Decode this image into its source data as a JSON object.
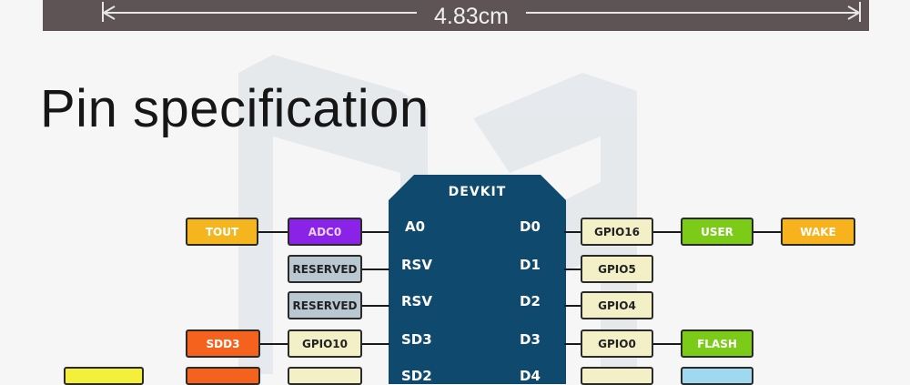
{
  "dimension": {
    "label": "4.83cm"
  },
  "title": "Pin specification",
  "board": {
    "label": "DEVKIT"
  },
  "left_pins": [
    "A0",
    "RSV",
    "RSV",
    "SD3",
    "SD2"
  ],
  "right_pins": [
    "D0",
    "D1",
    "D2",
    "D3",
    "D4"
  ],
  "left_boxes": {
    "row1_outer": "TOUT",
    "row1_inner": "ADC0",
    "row2_inner": "RESERVED",
    "row3_inner": "RESERVED",
    "row4_outer": "SDD3",
    "row4_inner": "GPIO10"
  },
  "right_boxes": {
    "row1_gpio": "GPIO16",
    "row1_func": "USER",
    "row1_extra": "WAKE",
    "row2_gpio": "GPIO5",
    "row3_gpio": "GPIO4",
    "row4_gpio": "GPIO0",
    "row4_func": "FLASH"
  },
  "colors": {
    "board": "#0f4a6e",
    "gpio": "#f3f0c8",
    "reserved": "#b9c7d1",
    "adc": "#8b22e8",
    "tout": "#f5b51e",
    "sdd": "#f4621e",
    "func_green": "#7ccb18",
    "wake": "#f7b21d"
  }
}
